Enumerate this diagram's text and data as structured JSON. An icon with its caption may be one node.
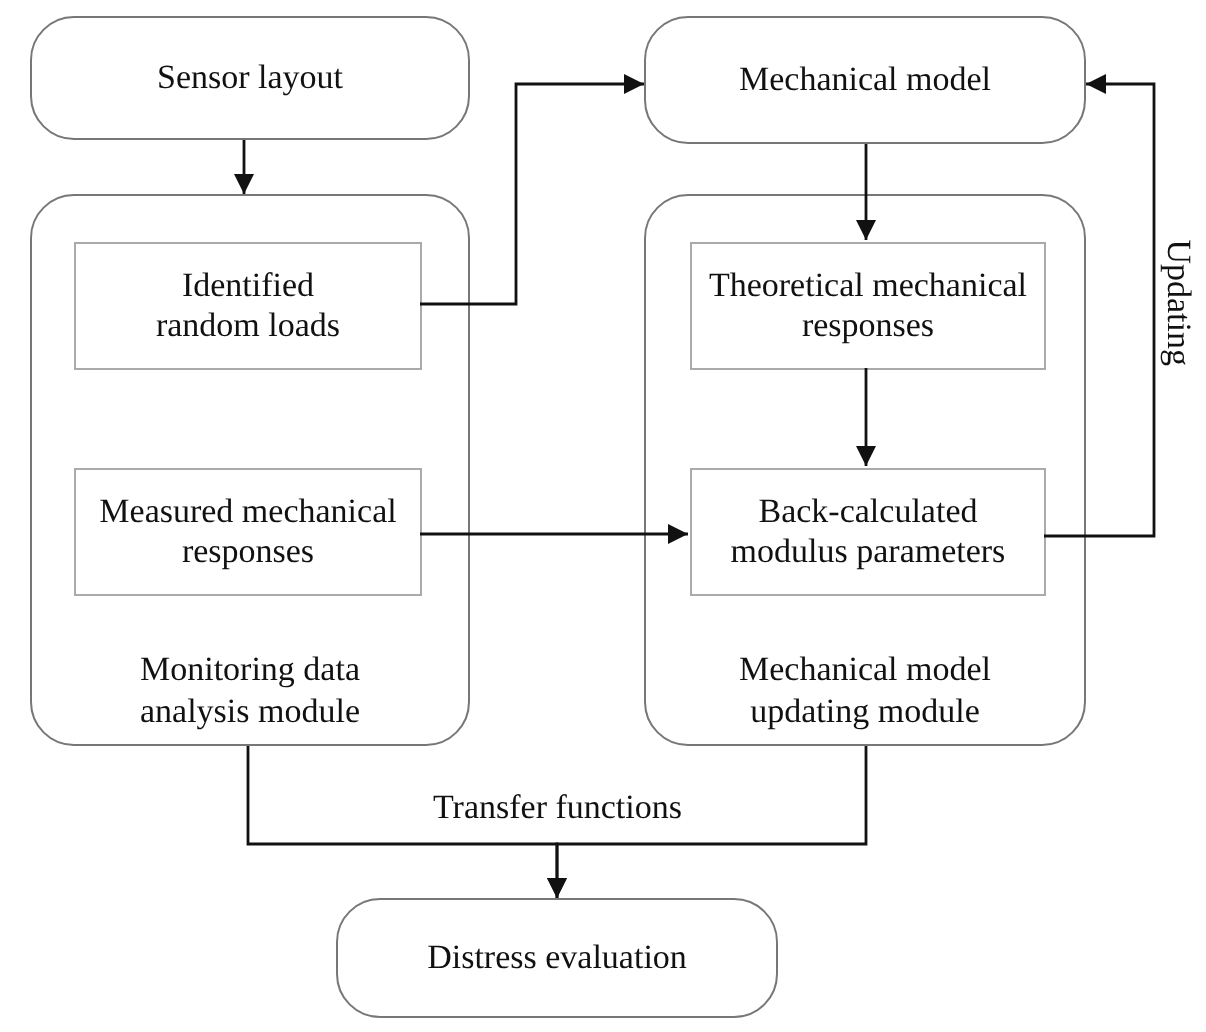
{
  "diagram": {
    "nodes": [
      {
        "text": [
          "Sensor layout"
        ]
      },
      {
        "text": [
          "Mechanical model"
        ]
      },
      {
        "text": [
          "Monitoring data analysis module"
        ]
      },
      {
        "text": [
          "Identified random loads"
        ],
        "in": 2
      },
      {
        "text": [
          "Measured mechanical responses"
        ],
        "in": 2
      },
      {
        "text": [
          "Mechanical model updating module"
        ]
      },
      {
        "text": [
          "Theoretical mechanical responses"
        ],
        "in": 5
      },
      {
        "text": [
          "Back-calculated modulus parameters"
        ],
        "in": 5
      },
      {
        "text": [
          "Distress evaluation"
        ]
      }
    ],
    "edges": [
      {
        "from": 0,
        "to": 2,
        "arrow": "to"
      },
      {
        "from": 3,
        "to": 1,
        "arrow": "to"
      },
      {
        "from": 4,
        "to": 7,
        "arrow": "to"
      },
      {
        "from": 1,
        "to": 6,
        "arrow": "to"
      },
      {
        "from": 6,
        "to": 7,
        "arrow": "to"
      },
      {
        "from": 7,
        "to": 1,
        "arrow": "to",
        "label": "Updating"
      },
      {
        "from": 2,
        "to": 8,
        "arrow": "to",
        "label": "Transfer functions"
      },
      {
        "from": 5,
        "to": 8,
        "arrow": "to"
      }
    ]
  }
}
